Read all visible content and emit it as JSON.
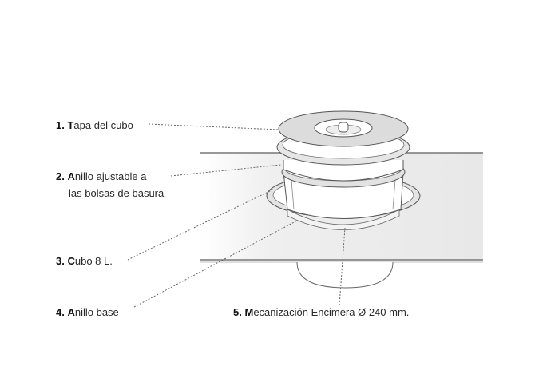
{
  "labels": [
    {
      "num": "1.",
      "initial": "T",
      "rest": "apa del cubo"
    },
    {
      "num": "2.",
      "initial": "A",
      "rest": "nillo ajustable a",
      "line2": "las bolsas de basura"
    },
    {
      "num": "3.",
      "initial": "C",
      "rest": "ubo 8 L."
    },
    {
      "num": "4.",
      "initial": "A",
      "rest": "nillo base"
    },
    {
      "num": "5.",
      "initial": "M",
      "rest": "ecanización Encimera Ø 240 mm."
    }
  ],
  "colors": {
    "line": "#555555",
    "counter": "#ececec",
    "text": "#2a2a2a"
  }
}
